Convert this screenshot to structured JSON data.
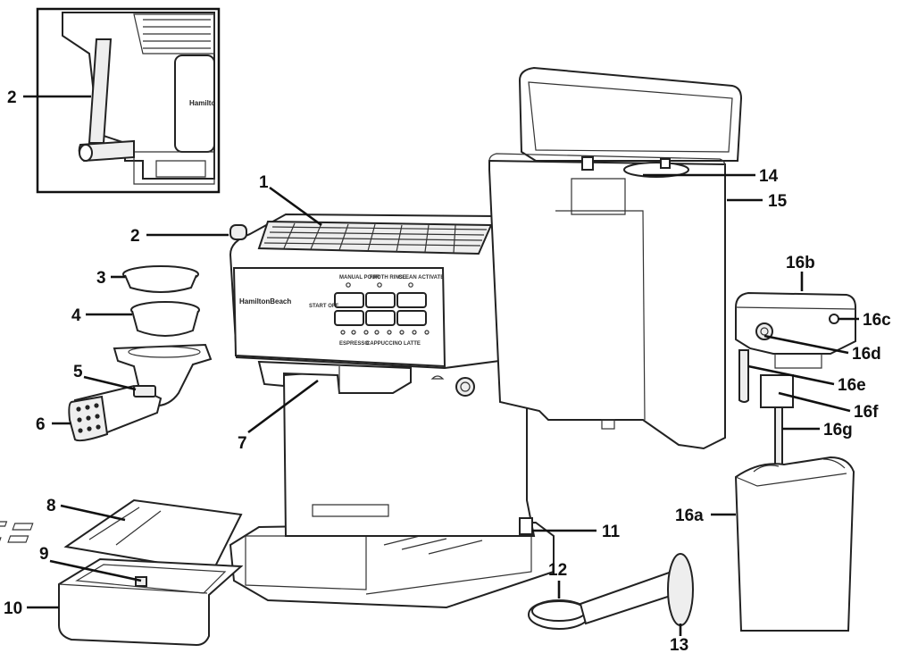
{
  "labels": {
    "l1": "1",
    "l2_inset": "2",
    "l2": "2",
    "l3": "3",
    "l4": "4",
    "l5": "5",
    "l6": "6",
    "l7": "7",
    "l8": "8",
    "l9": "9",
    "l10": "10",
    "l11": "11",
    "l12": "12",
    "l13": "13",
    "l14": "14",
    "l15": "15",
    "l16a": "16a",
    "l16b": "16b",
    "l16c": "16c",
    "l16d": "16d",
    "l16e": "16e",
    "l16f": "16f",
    "l16g": "16g"
  },
  "panel": {
    "brand": "HamiltonBeach",
    "inset_brand": "Hamilto",
    "top_labels": [
      "MANUAL POUR",
      "FROTH RINSE",
      "CLEAN ACTIVATE"
    ],
    "start_label": "START OFF",
    "bottom_labels": [
      "ESPRESSO",
      "CAPPUCCINO",
      "LATTE"
    ]
  }
}
